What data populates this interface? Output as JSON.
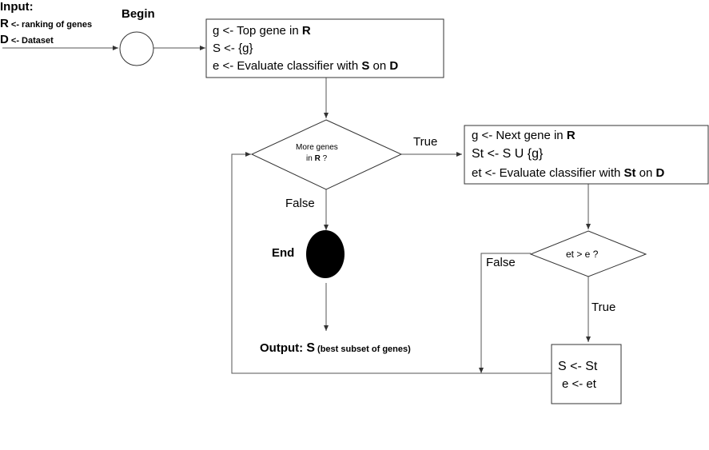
{
  "input": {
    "title": "Input:",
    "r_key": "R",
    "r_desc": " <- ranking of genes",
    "d_key": "D",
    "d_desc": " <- Dataset"
  },
  "begin_label": "Begin",
  "init_box": {
    "line1_pre": "g <- Top gene in ",
    "line1_bold": "R",
    "line2": "S <- {g}",
    "line3_pre": "e <- Evaluate classifier with ",
    "line3_bold1": "S",
    "line3_mid": " on ",
    "line3_bold2": "D"
  },
  "decision_more": {
    "line1": "More genes",
    "line2_pre": "in ",
    "line2_bold": "R",
    "line2_post": " ?"
  },
  "true_label_1": "True",
  "false_label_1": "False",
  "next_box": {
    "line1_pre": "g <- Next gene in ",
    "line1_bold": "R",
    "line2": "St <-  S U {g}",
    "line3_pre": "et <- Evaluate classifier with ",
    "line3_bold1": "St",
    "line3_mid": " on ",
    "line3_bold2": "D"
  },
  "end_label": "End",
  "decision_compare": {
    "text": "et > e ?"
  },
  "false_label_2": "False",
  "true_label_2": "True",
  "update_box": {
    "line1": "S <-  St",
    "line2": "e <- et"
  },
  "output": {
    "prefix": "Output: ",
    "symbol": "S",
    "desc": " (best subset of genes)"
  }
}
